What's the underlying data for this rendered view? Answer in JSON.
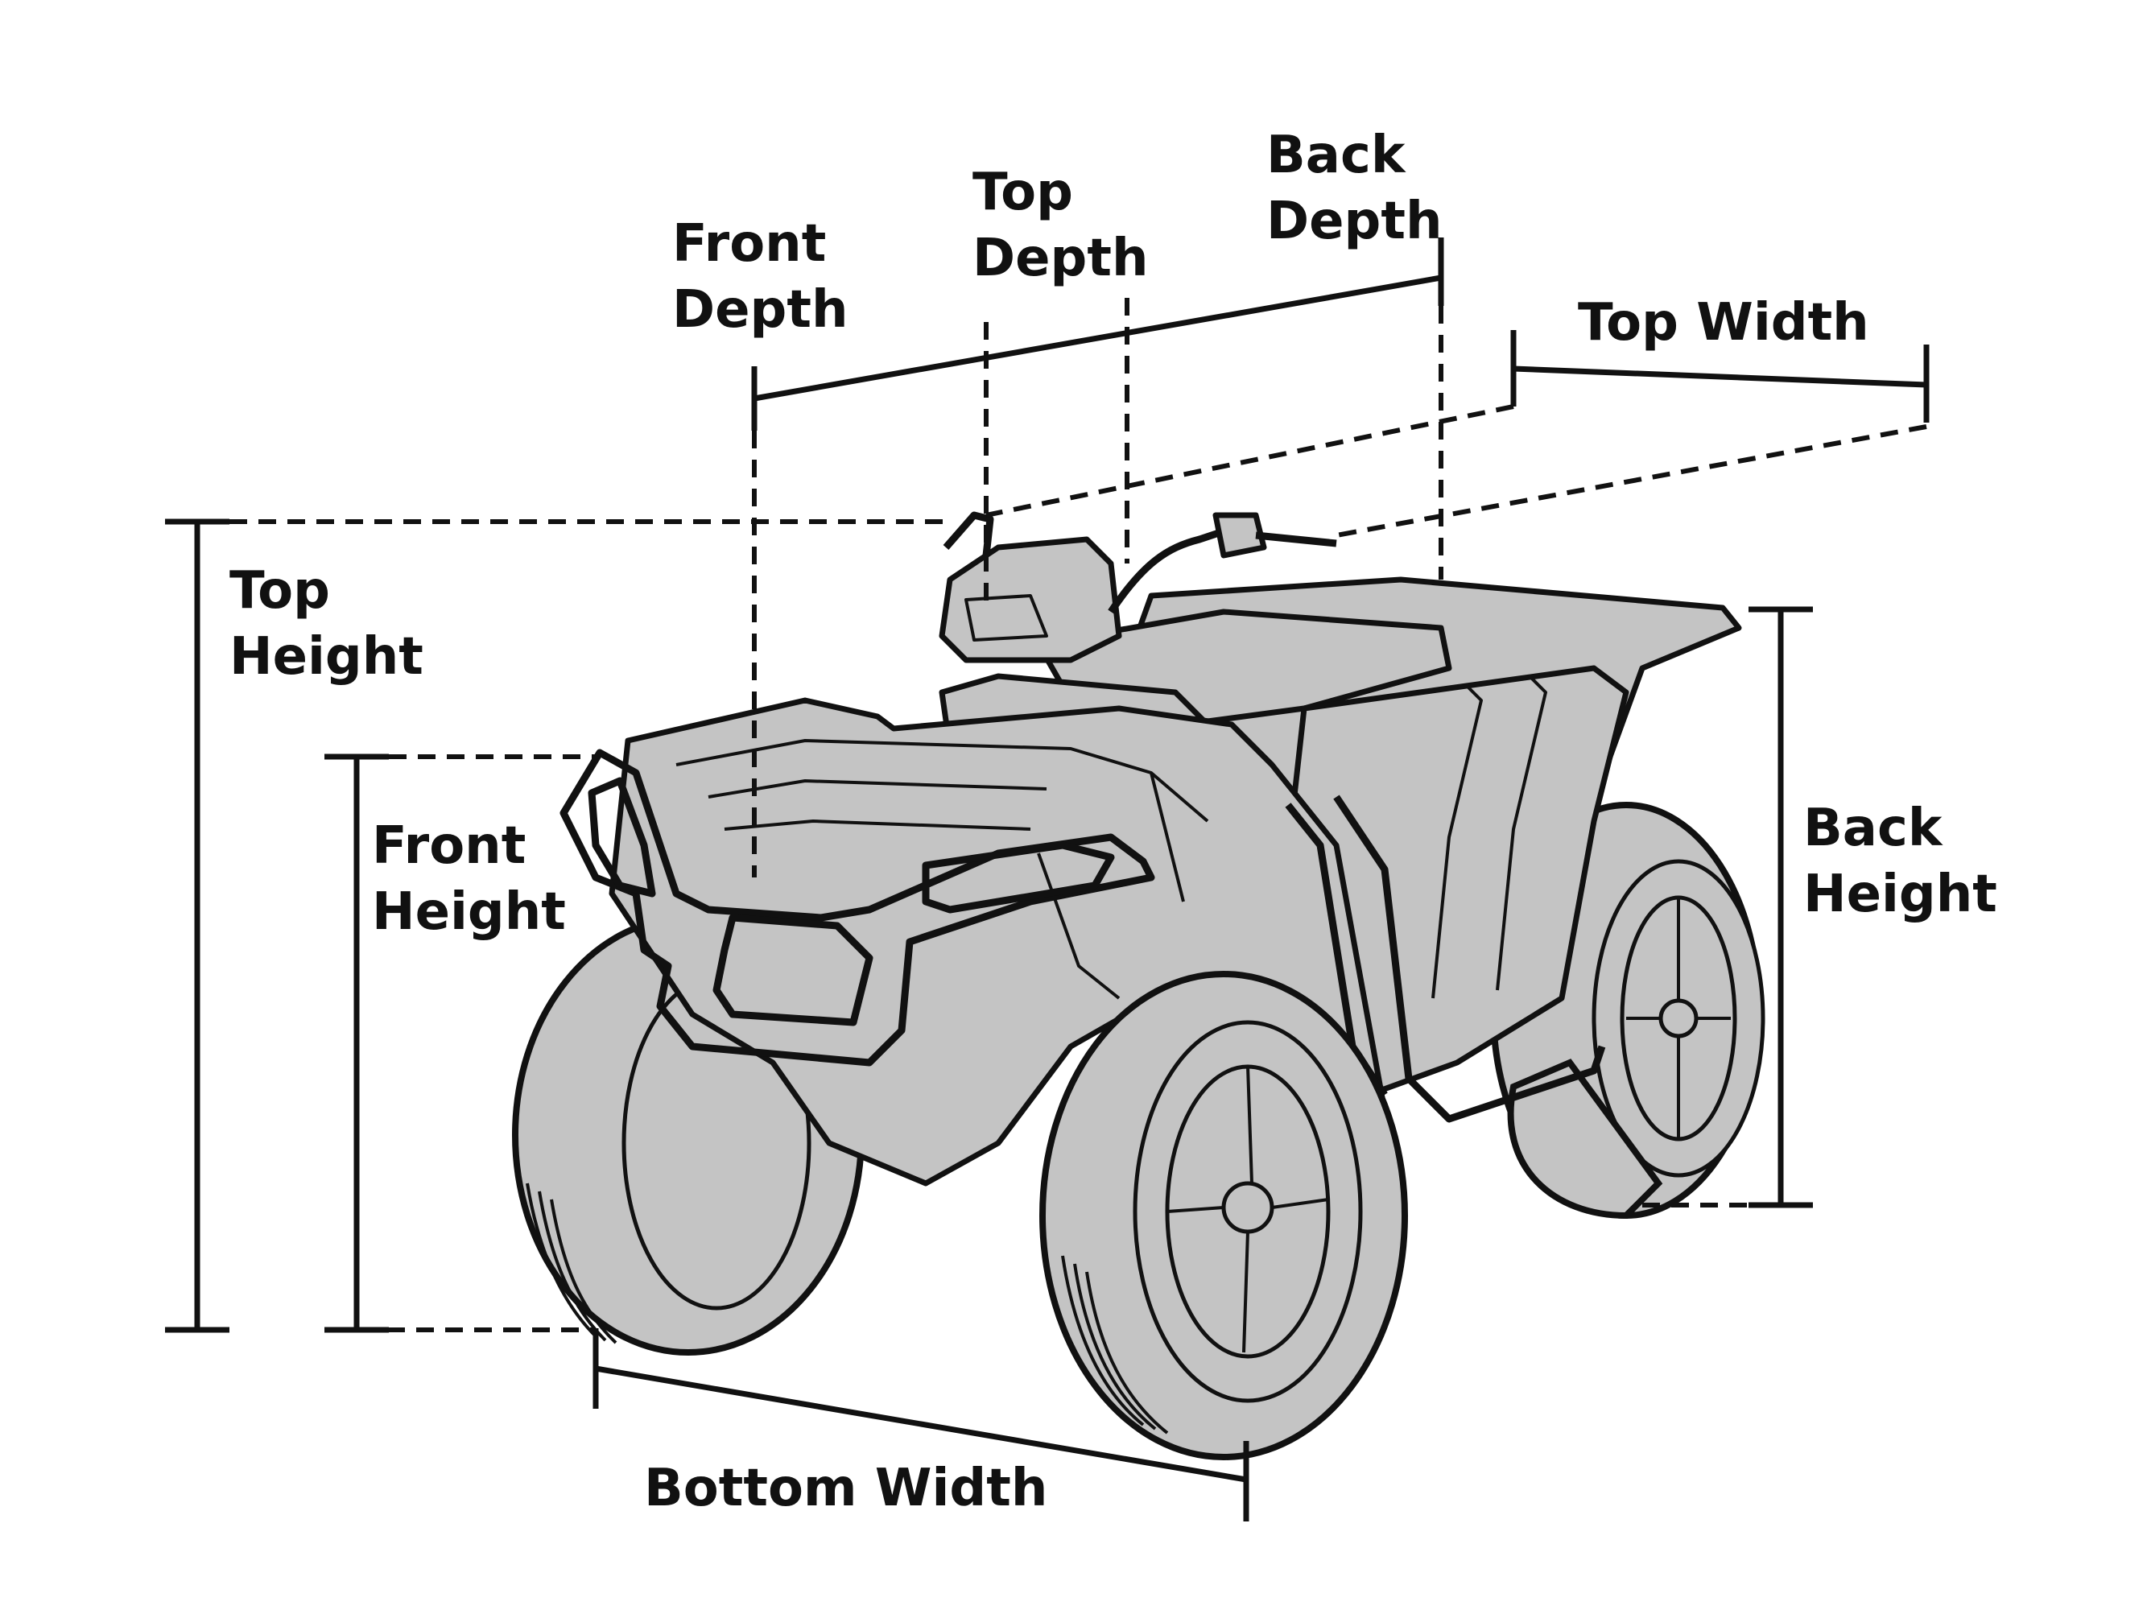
{
  "labels": {
    "front_depth": [
      "Front",
      "Depth"
    ],
    "top_depth": [
      "Top",
      "Depth"
    ],
    "back_depth": [
      "Back",
      "Depth"
    ],
    "top_width": "Top Width",
    "top_height": [
      "Top",
      "Height"
    ],
    "front_height": [
      "Front",
      "Height"
    ],
    "back_height": [
      "Back",
      "Height"
    ],
    "bottom_width": "Bottom Width"
  },
  "illustration": "atv-icon",
  "colors": {
    "line": "#111111",
    "vehicle_fill": "#c4c4c4",
    "background": "#ffffff"
  }
}
